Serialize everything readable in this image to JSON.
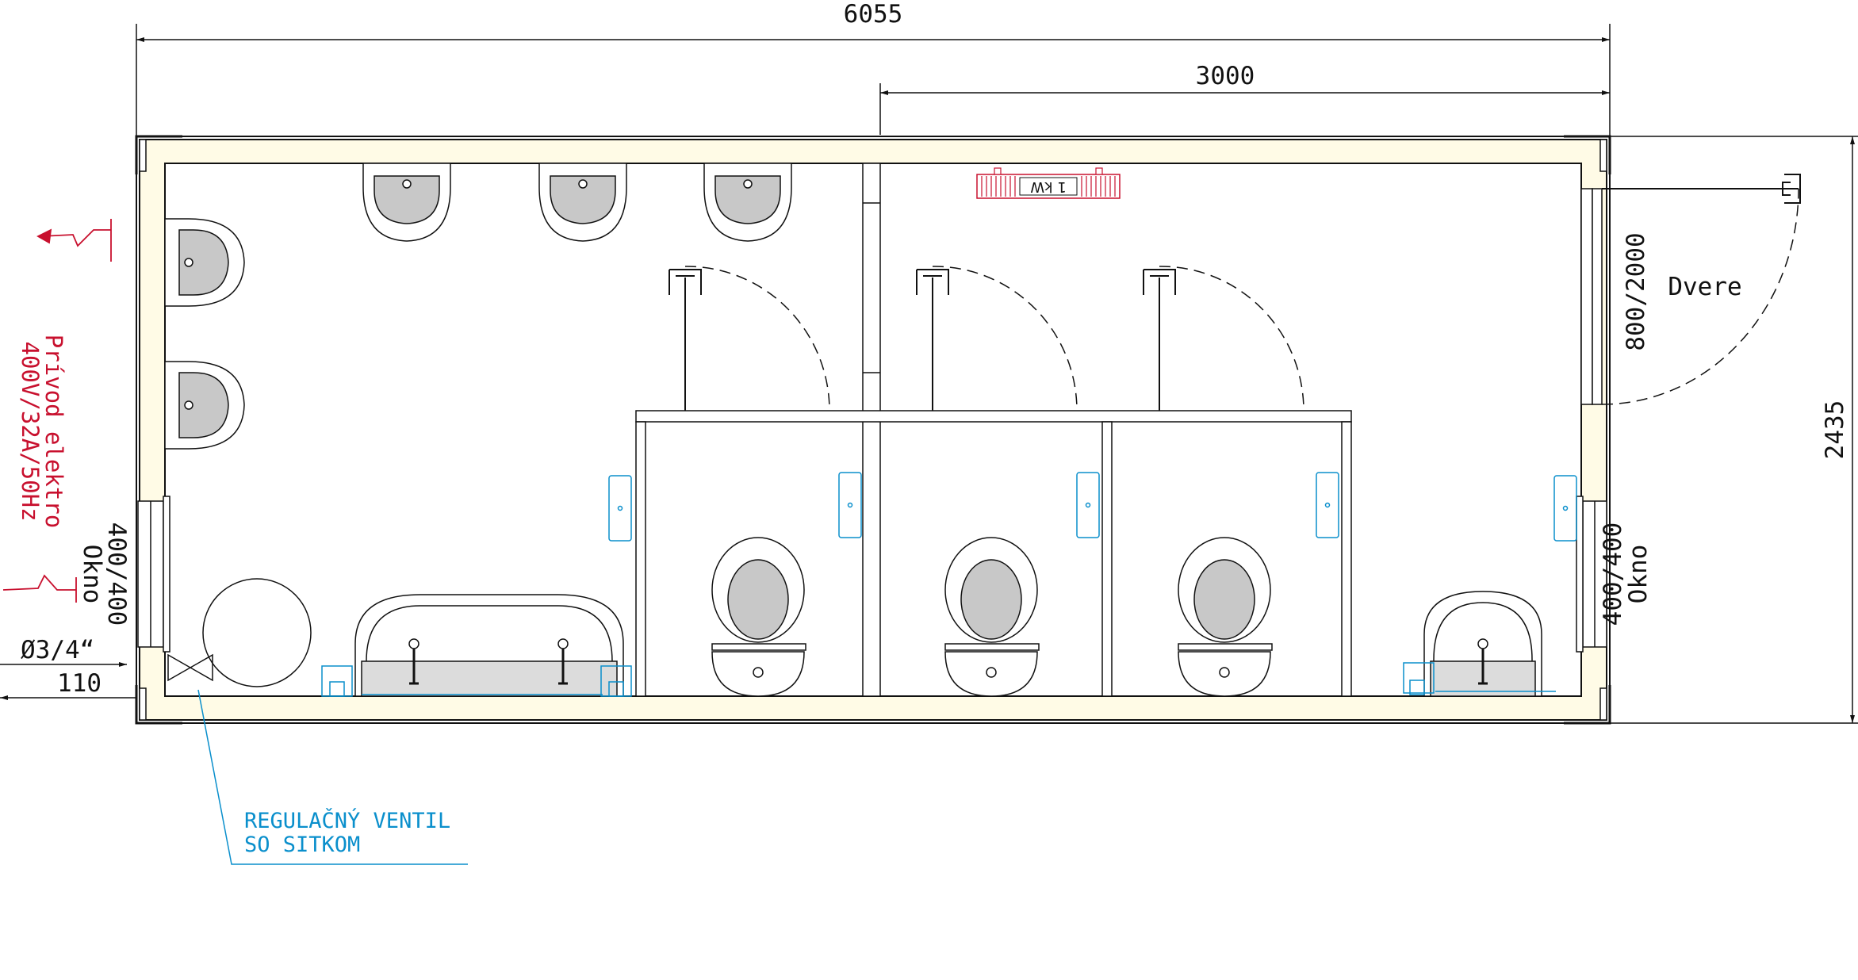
{
  "dimensions": {
    "overall_length": "6055",
    "section_length": "3000",
    "width": "2435",
    "inlet_pipe": "Ø3/4“",
    "inlet_offset": "110"
  },
  "openings": {
    "door_size": "800/2000",
    "door_label": "Dvere",
    "window_left_size": "400/400",
    "window_left_label": "Okno",
    "window_right_size": "400/400",
    "window_right_label": "Okno"
  },
  "electrical": {
    "supply_line1": "Prívod elektro",
    "supply_line2": "400V/32A/50Hz",
    "heater_label": "1 kW"
  },
  "plumbing": {
    "valve_line1": "REGULAČNÝ VENTIL",
    "valve_line2": "SO SITKOM"
  },
  "colors": {
    "wall_fill": "#fffbe6",
    "fixture_fill": "#c8c8c8",
    "electric": "#c8102e",
    "water": "#0a8fcc"
  }
}
